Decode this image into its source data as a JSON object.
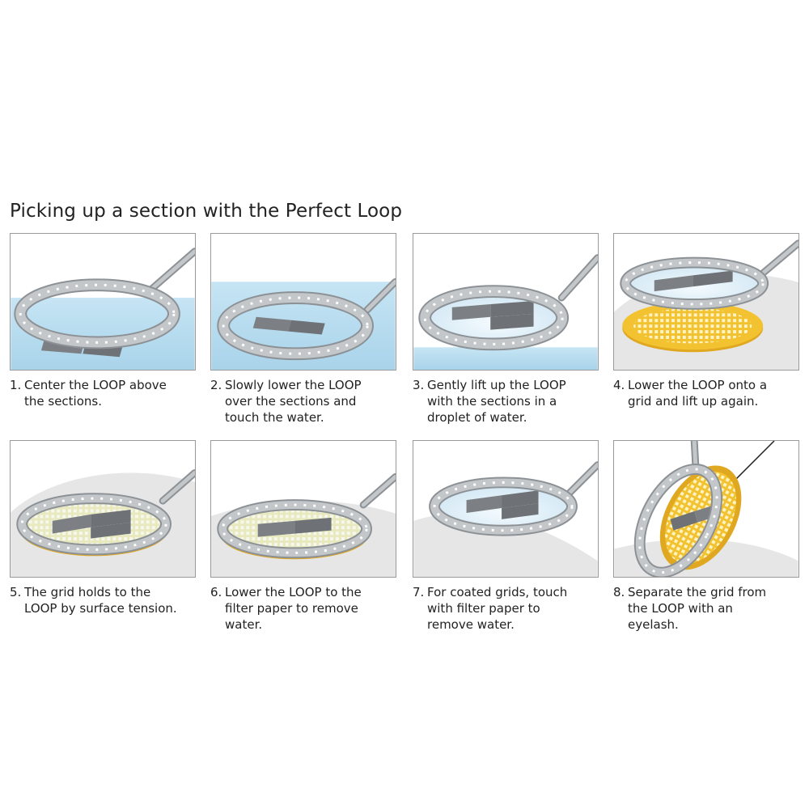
{
  "title": "Picking up a section with the Perfect Loop",
  "steps": [
    {
      "number": "1.",
      "lines": [
        "Center the LOOP above",
        "the sections."
      ]
    },
    {
      "number": "2.",
      "lines": [
        "Slowly lower the LOOP",
        "over the sections and",
        "touch the water."
      ]
    },
    {
      "number": "3.",
      "lines": [
        "Gently lift up the LOOP",
        "with the sections in a",
        "droplet of water."
      ]
    },
    {
      "number": "4.",
      "lines": [
        "Lower the LOOP onto a",
        "grid and lift up again."
      ]
    },
    {
      "number": "5.",
      "lines": [
        "The grid holds to the",
        "LOOP by surface tension."
      ]
    },
    {
      "number": "6.",
      "lines": [
        "Lower the LOOP to the",
        "filter paper to remove",
        "water."
      ]
    },
    {
      "number": "7.",
      "lines": [
        "For coated grids, touch",
        "with filter paper to",
        "remove water."
      ]
    },
    {
      "number": "8.",
      "lines": [
        "Separate the grid from",
        "the LOOP with an",
        "eyelash."
      ]
    }
  ],
  "colors": {
    "water": "#b7dcef",
    "water_deep": "#a7d2ea",
    "metal": "#b9bdc0",
    "metal_dark": "#8c9196",
    "section": "#6f7377",
    "grid_gold": "#f2c230",
    "paper": "#e6e6e6"
  }
}
